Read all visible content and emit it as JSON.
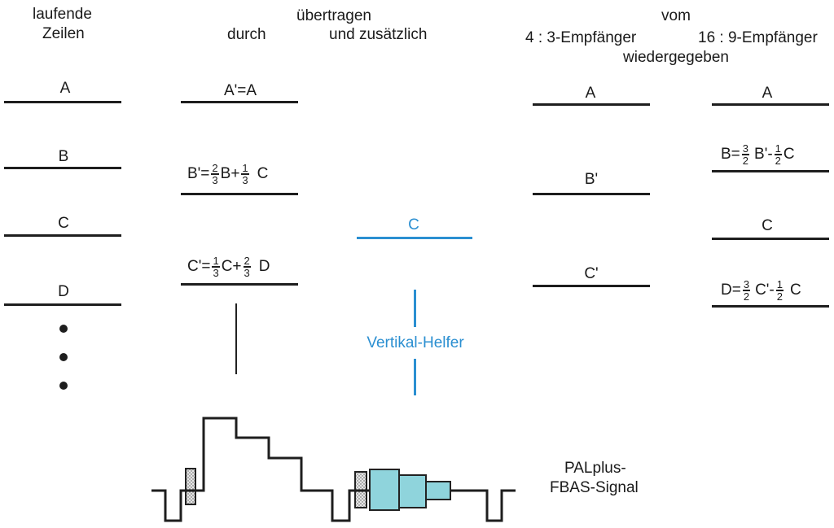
{
  "headers": {
    "col1_line1": "laufende",
    "col1_line2": "Zeilen",
    "transmitted": "übertragen",
    "by": "durch",
    "additional": "und zusätzlich",
    "vom": "vom",
    "r43": "4 : 3-Empfänger",
    "r169": "16 : 9-Empfänger",
    "displayed": "wiedergegeben"
  },
  "lines": {
    "A": "A",
    "B": "B",
    "C": "C",
    "D": "D",
    "bullet1": "•",
    "bullet2": "•",
    "bullet3": "•"
  },
  "transmitted_eq": {
    "a": "A'=A",
    "b_lhs": "B'=",
    "b_f1_num": "2",
    "b_f1_den": "3",
    "b_mid": "B+",
    "b_f2_num": "1",
    "b_f2_den": "3",
    "b_tail": "C",
    "c_lhs": "C'=",
    "c_f1_num": "1",
    "c_f1_den": "3",
    "c_mid": "C+",
    "c_f2_num": "2",
    "c_f2_den": "3",
    "c_tail": "D"
  },
  "additional": {
    "c": "C",
    "helper": "Vertikal-Helfer"
  },
  "receiver_43": {
    "a": "A",
    "b": "B'",
    "c": "C'"
  },
  "receiver_169": {
    "a": "A",
    "b_lhs": "B=",
    "b_f1_num": "3",
    "b_f1_den": "2",
    "b_mid": "B'-",
    "b_f2_num": "1",
    "b_f2_den": "2",
    "b_tail": "C",
    "c": "C",
    "d_lhs": "D=",
    "d_f1_num": "3",
    "d_f1_den": "2",
    "d_mid": "C'-",
    "d_f2_num": "1",
    "d_f2_den": "2",
    "d_tail": "C"
  },
  "signal": {
    "label1": "PALplus-",
    "label2": "FBAS-Signal"
  },
  "colors": {
    "helper_blue": "#2b8fd1",
    "burst_fill": "#d9d9d9",
    "helper_fill": "#8fd4dc"
  }
}
